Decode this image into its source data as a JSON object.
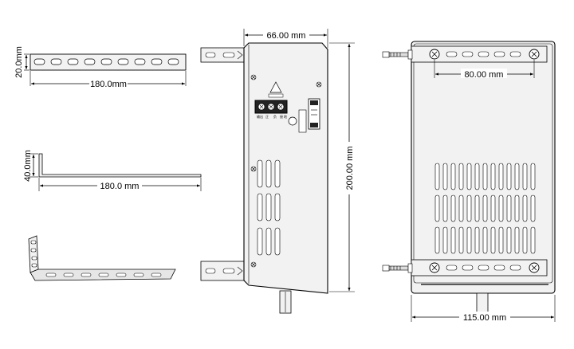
{
  "dimensions": {
    "bracket_flat_height": "20.0mm",
    "bracket_flat_length": "180.0mm",
    "bracket_angle_height": "40.0mm",
    "bracket_angle_length": "180.0 mm",
    "side_width": "66.00 mm",
    "side_height": "200.00 mm",
    "front_hole_spacing": "80.00 mm",
    "front_width": "115.00 mm"
  },
  "panel": {
    "terminal_labels": [
      "输出",
      "正",
      "负",
      "接",
      "地"
    ]
  },
  "colors": {
    "line": "#000000",
    "body_fill": "#f2f2f2",
    "slot_fill": "#ffffff"
  }
}
